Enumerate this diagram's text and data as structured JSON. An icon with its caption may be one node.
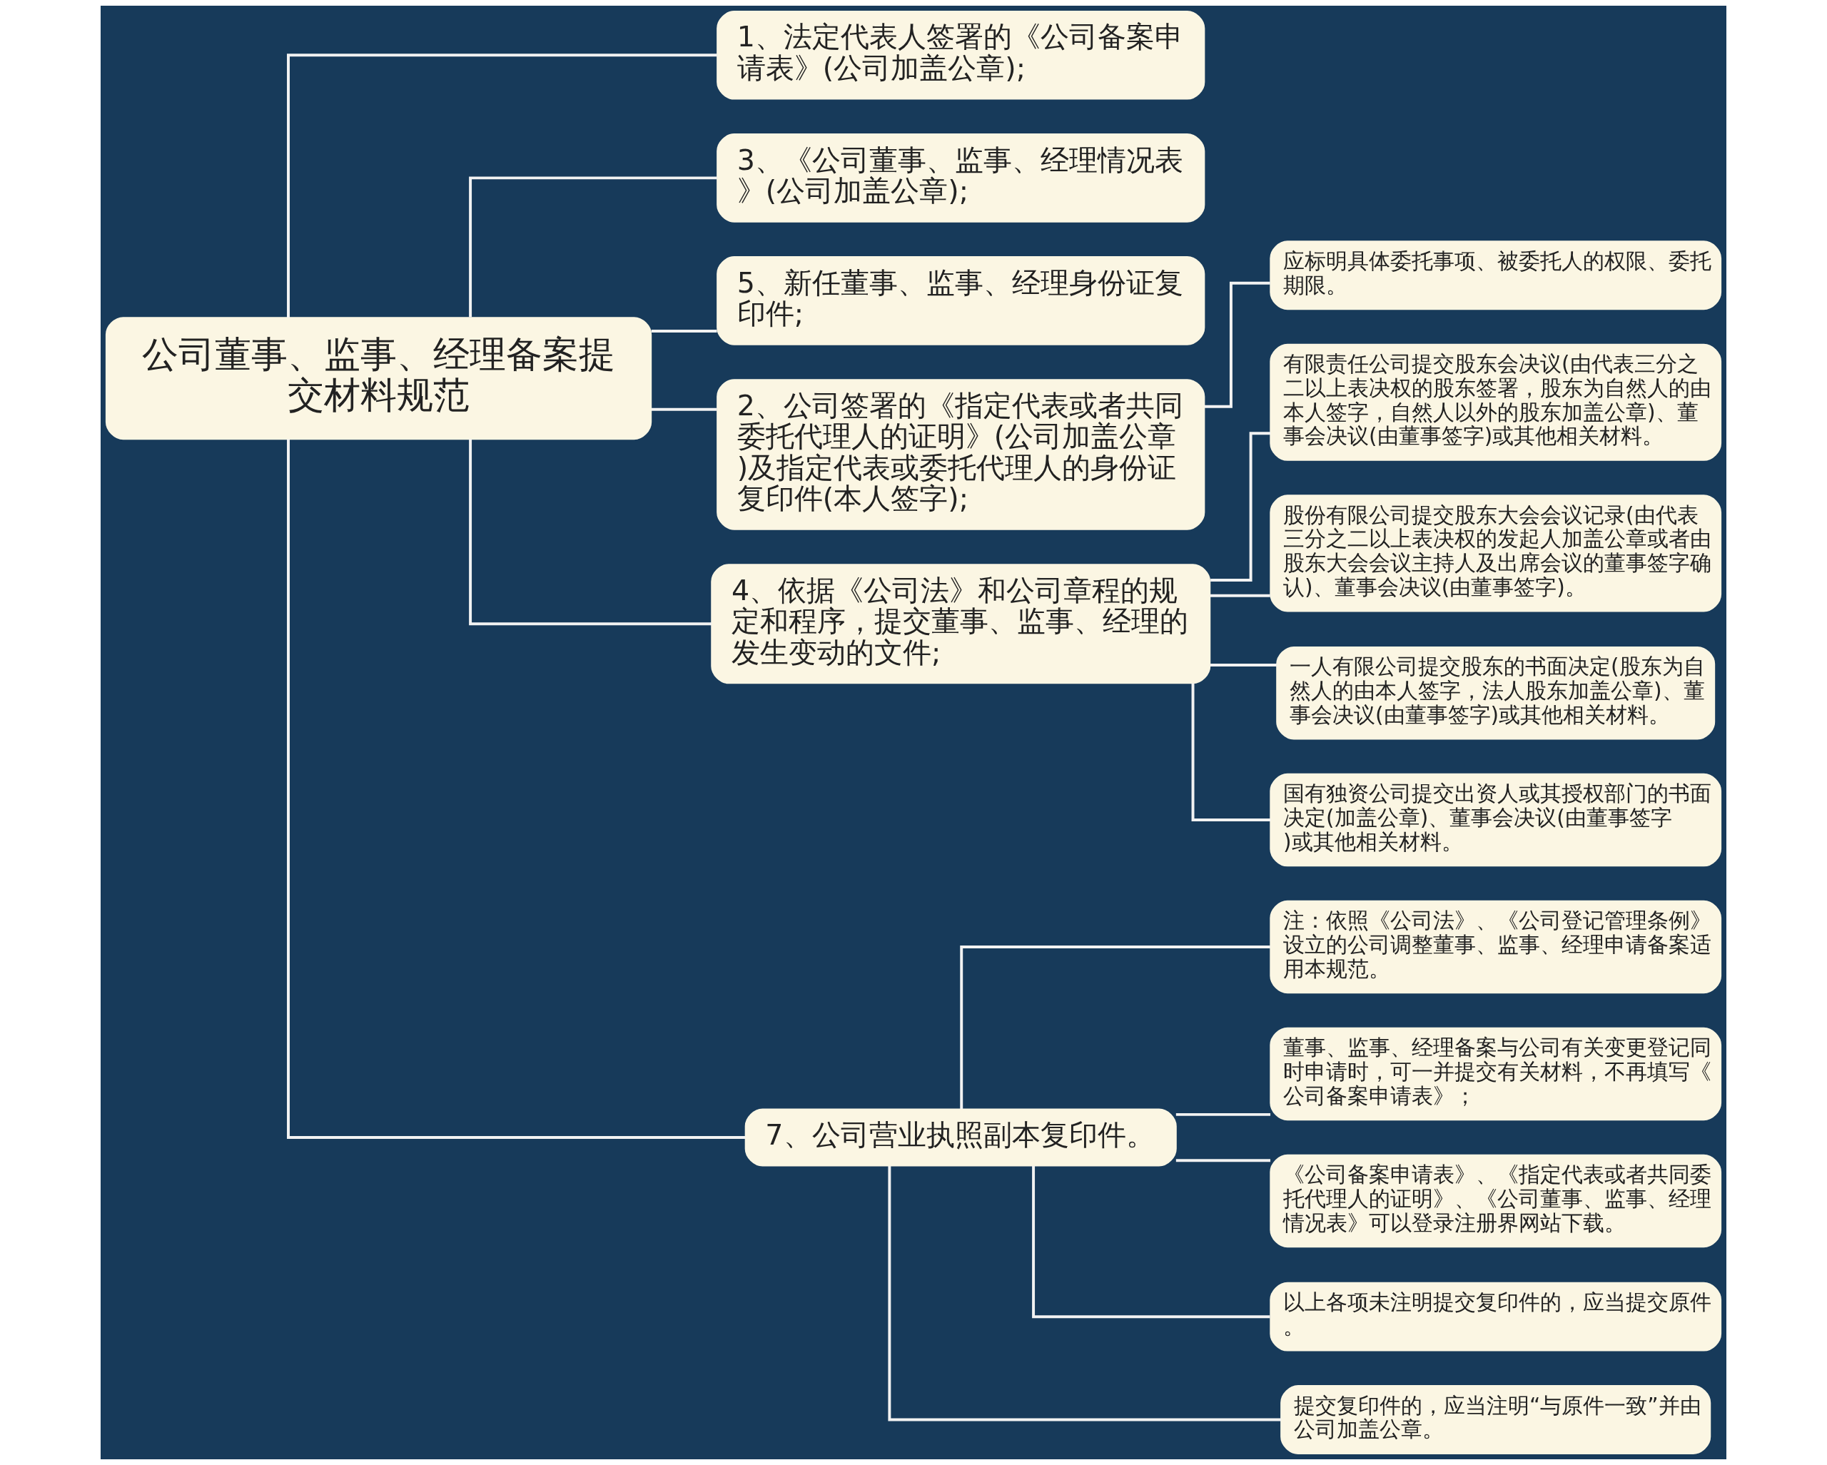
{
  "diagram": {
    "nodes": [
      {
        "text": [
          "公司董事、监事、经理备案提交材料规范"
        ]
      },
      {
        "text": [
          "1、法定代表人签署的《公司备案申请表》(公司加盖公章);"
        ]
      },
      {
        "text": [
          "3、《公司董事、监事、经理情况表》(公司加盖公章);"
        ]
      },
      {
        "text": [
          "5、新任董事、监事、经理身份证复印件;"
        ]
      },
      {
        "text": [
          "2、公司签署的《指定代表或者共同委托代理人的证明》(公司加盖公章)及指定代表或委托代理人的身份证复印件(本人签字);"
        ]
      },
      {
        "text": [
          "应标明具体委托事项、被委托人的权限、委托期限。"
        ]
      },
      {
        "text": [
          "4、依据《公司法》和公司章程的规定和程序，提交董事、监事、经理的发生变动的文件;"
        ]
      },
      {
        "text": [
          "有限责任公司提交股东会决议(由代表三分之二以上表决权的股东签署，股东为自然人的由本人签字，自然人以外的股东加盖公章)、董事会决议(由董事签字)或其他相关材料。"
        ]
      },
      {
        "text": [
          "股份有限公司提交股东大会会议记录(由代表三分之二以上表决权的发起人加盖公章或者由股东大会会议主持人及出席会议的董事签字确认)、董事会决议(由董事签字)。"
        ]
      },
      {
        "text": [
          "一人有限公司提交股东的书面决定(股东为自然人的由本人签字，法人股东加盖公章)、董事会决议(由董事签字)或其他相关材料。"
        ]
      },
      {
        "text": [
          "国有独资公司提交出资人或其授权部门的书面决定(加盖公章)、董事会决议(由董事签字)或其他相关材料。"
        ]
      },
      {
        "text": [
          "7、公司营业执照副本复印件。"
        ]
      },
      {
        "text": [
          "注：依照《公司法》、《公司登记管理条例》设立的公司调整董事、监事、经理申请备案适用本规范。"
        ]
      },
      {
        "text": [
          "董事、监事、经理备案与公司有关变更登记同时申请时，可一并提交有关材料，不再填写《公司备案申请表》；"
        ]
      },
      {
        "text": [
          "《公司备案申请表》、《指定代表或者共同委托代理人的证明》、《公司董事、监事、经理情况表》可以登录注册界网站下载。"
        ]
      },
      {
        "text": [
          "以上各项未注明提交复印件的，应当提交原件。"
        ]
      },
      {
        "text": [
          "提交复印件的，应当注明“与原件一致”并由公司加盖公章。"
        ]
      }
    ],
    "edges": [
      {
        "from": 0,
        "to": 1,
        "arrow": "none"
      },
      {
        "from": 0,
        "to": 2,
        "arrow": "none"
      },
      {
        "from": 0,
        "to": 3,
        "arrow": "none"
      },
      {
        "from": 0,
        "to": 4,
        "arrow": "none"
      },
      {
        "from": 4,
        "to": 5,
        "arrow": "none"
      },
      {
        "from": 0,
        "to": 6,
        "arrow": "none"
      },
      {
        "from": 6,
        "to": 7,
        "arrow": "none"
      },
      {
        "from": 6,
        "to": 8,
        "arrow": "none"
      },
      {
        "from": 6,
        "to": 9,
        "arrow": "none"
      },
      {
        "from": 6,
        "to": 10,
        "arrow": "none"
      },
      {
        "from": 0,
        "to": 11,
        "arrow": "none"
      },
      {
        "from": 11,
        "to": 12,
        "arrow": "none"
      },
      {
        "from": 11,
        "to": 13,
        "arrow": "none"
      },
      {
        "from": 11,
        "to": 14,
        "arrow": "none"
      },
      {
        "from": 11,
        "to": 15,
        "arrow": "none"
      },
      {
        "from": 11,
        "to": 16,
        "arrow": "none"
      }
    ]
  }
}
